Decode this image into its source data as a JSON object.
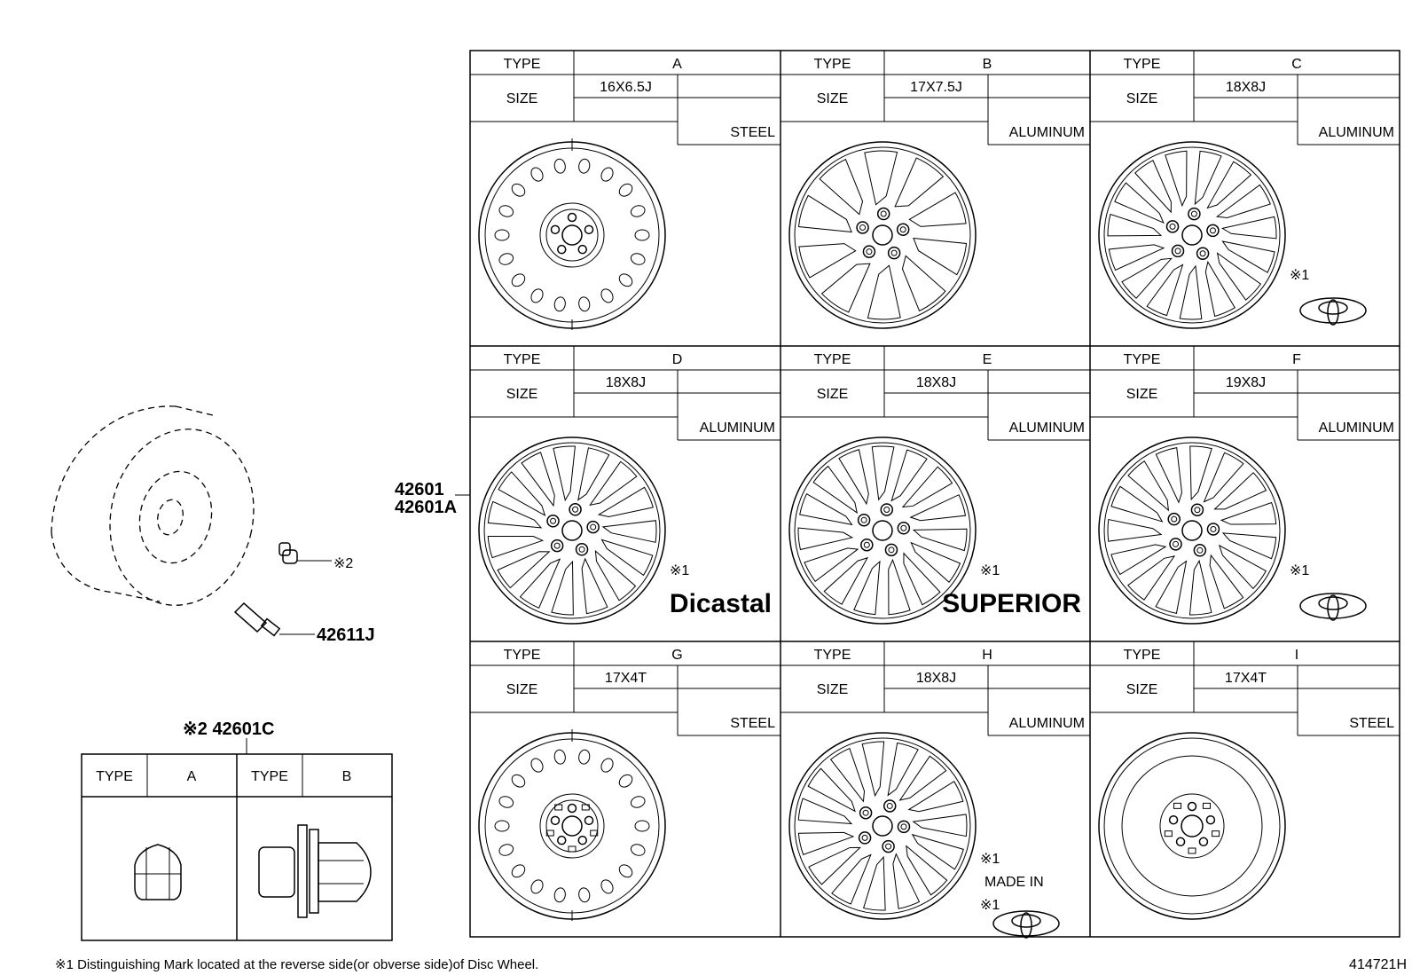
{
  "header_labels": {
    "type": "TYPE",
    "size": "SIZE"
  },
  "wheels": [
    {
      "type": "A",
      "size": "16X6.5J",
      "material": "STEEL",
      "style": "steel"
    },
    {
      "type": "B",
      "size": "17X7.5J",
      "material": "ALUMINUM",
      "style": "alloy"
    },
    {
      "type": "C",
      "size": "18X8J",
      "material": "ALUMINUM",
      "style": "alloy",
      "mark_note": "※1",
      "mark_logo": "toyota"
    },
    {
      "type": "D",
      "size": "18X8J",
      "material": "ALUMINUM",
      "style": "alloy",
      "mark_note": "※1",
      "mark_text": "Dicastal"
    },
    {
      "type": "E",
      "size": "18X8J",
      "material": "ALUMINUM",
      "style": "alloy",
      "mark_note": "※1",
      "mark_text": "SUPERIOR"
    },
    {
      "type": "F",
      "size": "19X8J",
      "material": "ALUMINUM",
      "style": "alloy",
      "mark_note": "※1",
      "mark_logo": "toyota"
    },
    {
      "type": "G",
      "size": "17X4T",
      "material": "STEEL",
      "style": "steel"
    },
    {
      "type": "H",
      "size": "18X8J",
      "material": "ALUMINUM",
      "style": "alloy",
      "mark_note": "※1",
      "mark_made_in": "MADE IN",
      "mark_note2": "※1",
      "mark_logo": "toyota"
    },
    {
      "type": "I",
      "size": "17X4T",
      "material": "STEEL",
      "style": "spare"
    }
  ],
  "callouts": {
    "wheel_part_1": "42601",
    "wheel_part_2": "42601A",
    "valve_part": "42611J",
    "nut_ref": "※2",
    "nut_header": "※2 42601C"
  },
  "nut_table": {
    "type_label": "TYPE",
    "col_a": "A",
    "col_b": "B"
  },
  "footnote": "※1  Distinguishing Mark located at the reverse side(or obverse side)of Disc Wheel.",
  "diagram_id": "414721H"
}
